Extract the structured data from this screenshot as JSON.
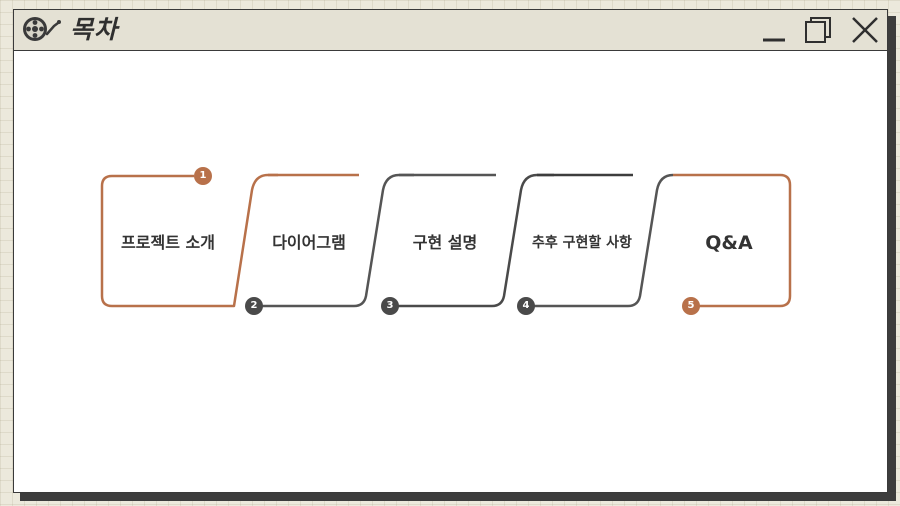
{
  "window": {
    "title": "목차"
  },
  "colors": {
    "accent": "#b8714a",
    "dark": "#4a4a4a",
    "titlebar": "#e4e1d4",
    "background": "#ece9dc"
  },
  "icons": {
    "app": "film-reel-icon",
    "minimize": "minimize-icon",
    "maximize": "maximize-icon",
    "close": "close-icon"
  },
  "steps": [
    {
      "number": "1",
      "label": "프로젝트 소개"
    },
    {
      "number": "2",
      "label": "다이어그램"
    },
    {
      "number": "3",
      "label": "구현 설명"
    },
    {
      "number": "4",
      "label": "추후 구현할 사항"
    },
    {
      "number": "5",
      "label": "Q&A"
    }
  ]
}
